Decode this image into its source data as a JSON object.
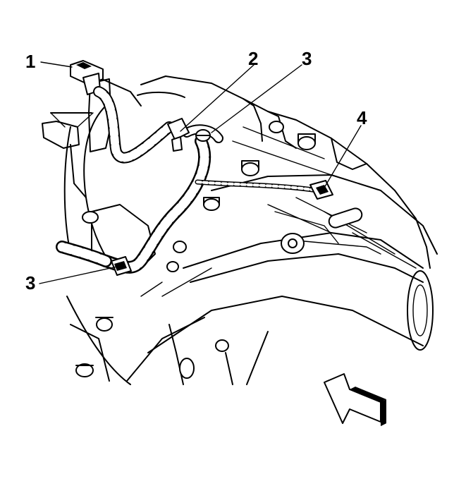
{
  "figure": {
    "callouts": [
      {
        "id": "c1",
        "label": "1"
      },
      {
        "id": "c2",
        "label": "2"
      },
      {
        "id": "c3a",
        "label": "3"
      },
      {
        "id": "c3b",
        "label": "3"
      },
      {
        "id": "c4",
        "label": "4"
      }
    ],
    "icons": {
      "direction": "front-of-vehicle-arrow-icon"
    }
  }
}
